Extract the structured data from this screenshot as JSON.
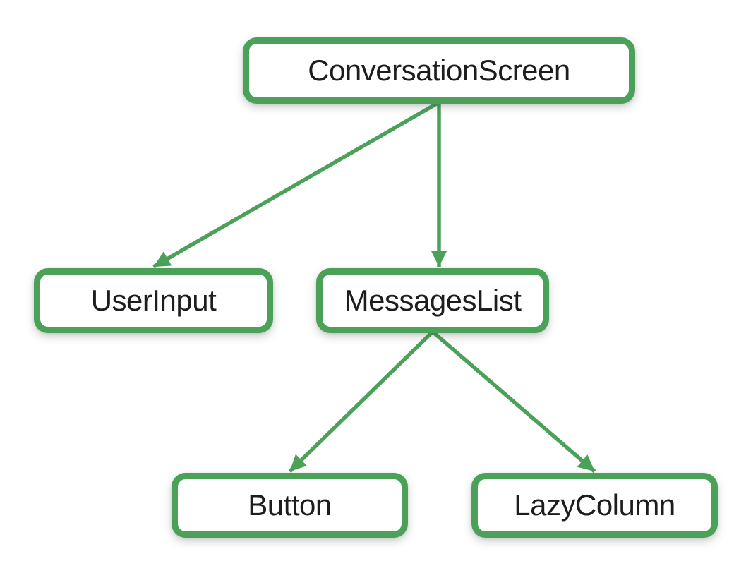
{
  "diagram": {
    "type": "tree-hierarchy",
    "colors": {
      "node_border": "#4ba158",
      "arrow": "#4ba158",
      "node_fill": "#ffffff",
      "text": "#1d1d1f",
      "background": "#ffffff"
    },
    "nodes": [
      {
        "id": "conversation-screen",
        "label": "ConversationScreen"
      },
      {
        "id": "user-input",
        "label": "UserInput"
      },
      {
        "id": "messages-list",
        "label": "MessagesList"
      },
      {
        "id": "button",
        "label": "Button"
      },
      {
        "id": "lazy-column",
        "label": "LazyColumn"
      }
    ],
    "edges": [
      {
        "from": "conversation-screen",
        "to": "user-input"
      },
      {
        "from": "conversation-screen",
        "to": "messages-list"
      },
      {
        "from": "messages-list",
        "to": "button"
      },
      {
        "from": "messages-list",
        "to": "lazy-column"
      }
    ]
  }
}
